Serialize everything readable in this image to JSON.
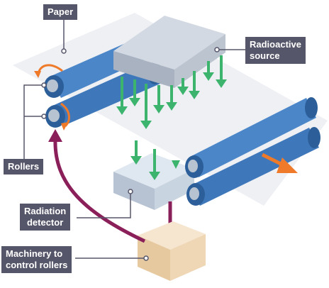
{
  "labels": {
    "paper": "Paper",
    "radioactive_source_line1": "Radioactive",
    "radioactive_source_line2": "source",
    "rollers": "Rollers",
    "radiation_detector_line1": "Radiation",
    "radiation_detector_line2": "detector",
    "machinery_line1": "Machinery to",
    "machinery_line2": "control rollers"
  },
  "colors": {
    "label_background": "#56566a",
    "label_text": "#ffffff",
    "paper": "#eef0f4",
    "roller": "#4a86c8",
    "roller_end": "#2c5f99",
    "roller_core": "#b8c3d1",
    "source_box": "#b7bfcc",
    "detector_box": "#cfd9e6",
    "radiation_arrows": "#3cb46e",
    "feedback_arrow": "#8a1f5a",
    "rotation_arrows": "#ef7a2a",
    "paper_direction_arrow": "#ef7a2a",
    "machinery_box": "#efd7b5"
  },
  "icons": {
    "radiation": "down-arrow",
    "rotation": "curved-arrow",
    "motion": "right-arrow"
  }
}
